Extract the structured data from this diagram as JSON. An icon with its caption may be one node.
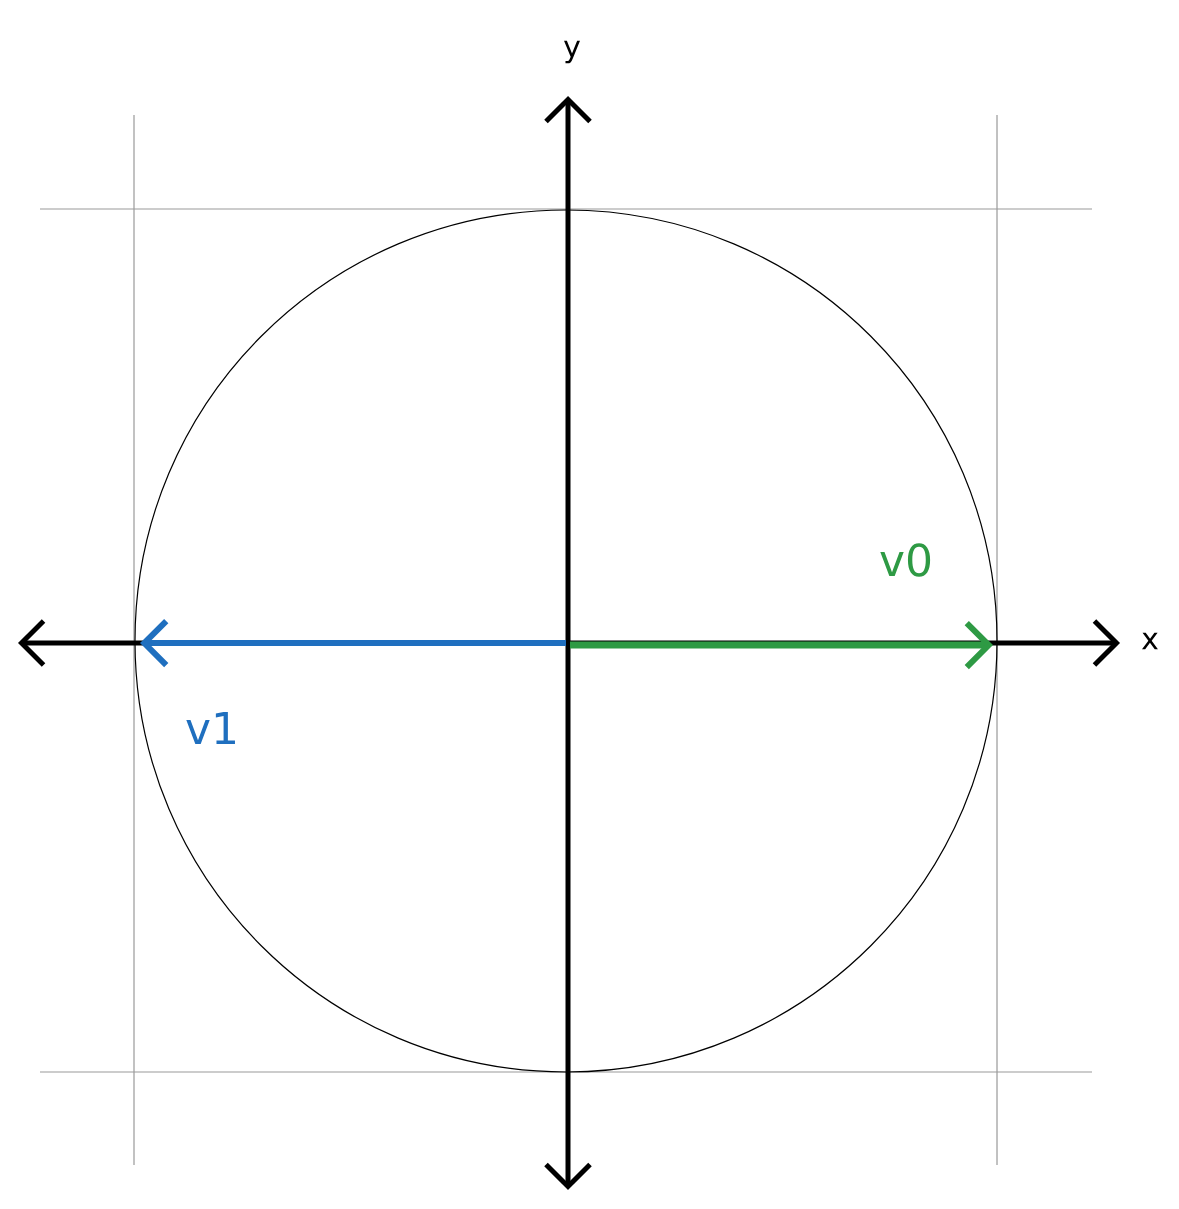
{
  "diagram": {
    "labels": [
      "y",
      "x",
      "v0",
      "v1"
    ]
  }
}
